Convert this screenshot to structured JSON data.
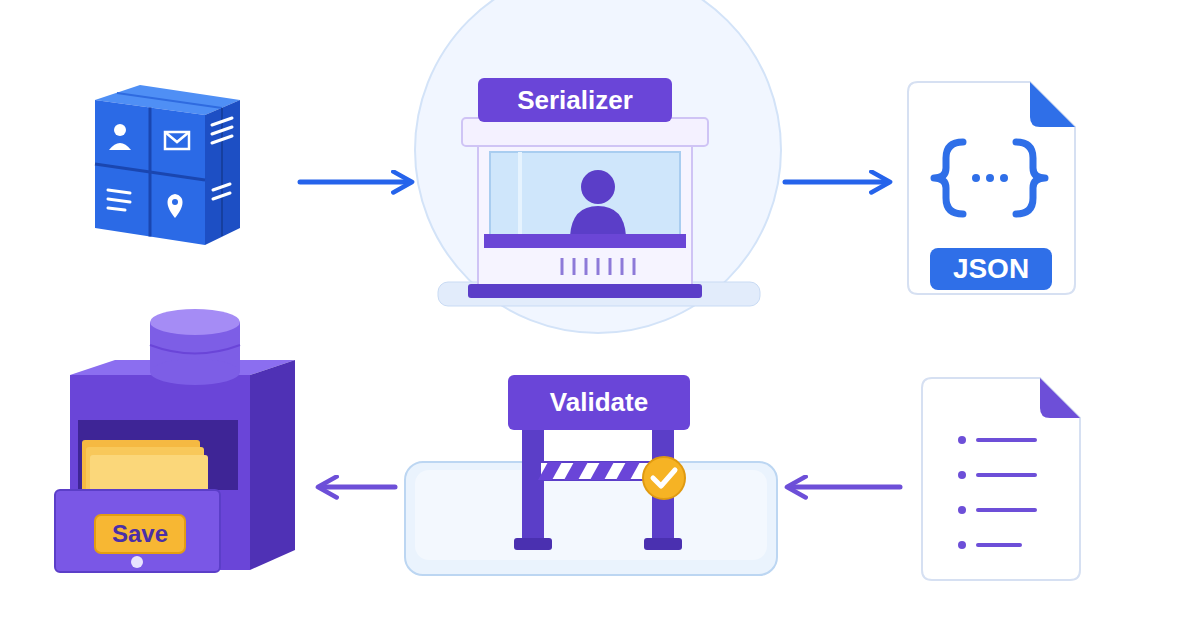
{
  "diagram": {
    "nodes": [
      {
        "text": []
      },
      {
        "text": [
          "Serializer"
        ]
      },
      {
        "text": [
          "JSON"
        ]
      },
      {
        "text": [
          "Save"
        ]
      },
      {
        "text": [
          "Validate"
        ]
      },
      {
        "text": []
      }
    ],
    "edges": [
      {
        "from": 0,
        "to": 1,
        "arrow": "to"
      },
      {
        "from": 1,
        "to": 2,
        "arrow": "to"
      },
      {
        "from": 5,
        "to": 4,
        "arrow": "to"
      },
      {
        "from": 4,
        "to": 3,
        "arrow": "to"
      }
    ]
  }
}
